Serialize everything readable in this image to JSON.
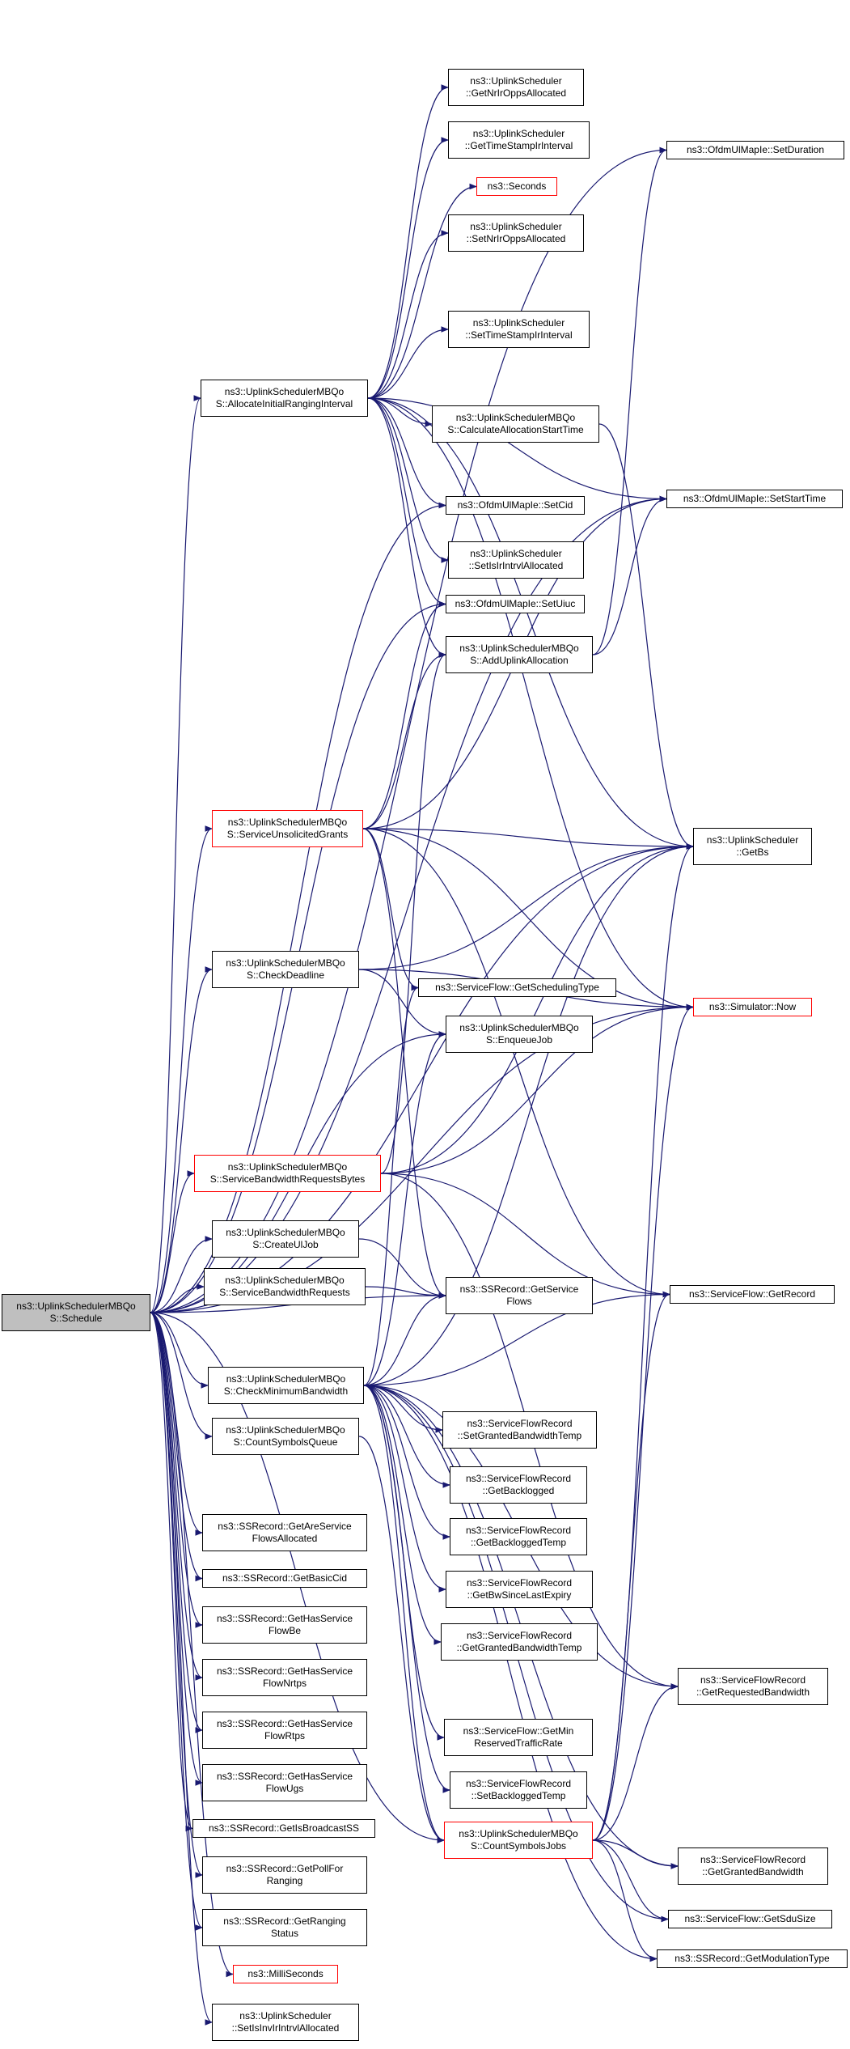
{
  "colors": {
    "edge": "#191970",
    "border": "#000000",
    "highlight_border": "#ff0000",
    "root_fill": "#bfbfbf",
    "node_fill": "#ffffff"
  },
  "nodes": {
    "schedule": {
      "lines": [
        "ns3::UplinkSchedulerMBQo",
        "S::Schedule"
      ],
      "style": "root"
    },
    "get_nrlr_opps_allocated": {
      "lines": [
        "ns3::UplinkScheduler",
        "::GetNrIrOppsAllocated"
      ]
    },
    "get_time_stamp_ir_interval": {
      "lines": [
        "ns3::UplinkScheduler",
        "::GetTimeStampIrInterval"
      ]
    },
    "seconds": {
      "lines": [
        "ns3::Seconds"
      ],
      "style": "red"
    },
    "set_nrlr_opps_allocated": {
      "lines": [
        "ns3::UplinkScheduler",
        "::SetNrIrOppsAllocated"
      ]
    },
    "set_time_stamp_ir_interval": {
      "lines": [
        "ns3::UplinkScheduler",
        "::SetTimeStampIrInterval"
      ]
    },
    "allocate_initial_ranging_interval": {
      "lines": [
        "ns3::UplinkSchedulerMBQo",
        "S::AllocateInitialRangingInterval"
      ]
    },
    "calculate_allocation_start_time": {
      "lines": [
        "ns3::UplinkSchedulerMBQo",
        "S::CalculateAllocationStartTime"
      ]
    },
    "set_cid": {
      "lines": [
        "ns3::OfdmUlMapIe::SetCid"
      ]
    },
    "set_is_ir_intrvl_allocated": {
      "lines": [
        "ns3::UplinkScheduler",
        "::SetIsIrIntrvlAllocated"
      ]
    },
    "set_uiuc": {
      "lines": [
        "ns3::OfdmUlMapIe::SetUiuc"
      ]
    },
    "add_uplink_allocation": {
      "lines": [
        "ns3::UplinkSchedulerMBQo",
        "S::AddUplinkAllocation"
      ]
    },
    "set_duration": {
      "lines": [
        "ns3::OfdmUlMapIe::SetDuration"
      ]
    },
    "set_start_time": {
      "lines": [
        "ns3::OfdmUlMapIe::SetStartTime"
      ]
    },
    "service_unsolicited_grants": {
      "lines": [
        "ns3::UplinkSchedulerMBQo",
        "S::ServiceUnsolicitedGrants"
      ],
      "style": "red"
    },
    "get_bs": {
      "lines": [
        "ns3::UplinkScheduler",
        "::GetBs"
      ]
    },
    "check_deadline": {
      "lines": [
        "ns3::UplinkSchedulerMBQo",
        "S::CheckDeadline"
      ]
    },
    "get_scheduling_type": {
      "lines": [
        "ns3::ServiceFlow::GetSchedulingType"
      ]
    },
    "enqueue_job": {
      "lines": [
        "ns3::UplinkSchedulerMBQo",
        "S::EnqueueJob"
      ]
    },
    "simulator_now": {
      "lines": [
        "ns3::Simulator::Now"
      ],
      "style": "red"
    },
    "service_bandwidth_requests_bytes": {
      "lines": [
        "ns3::UplinkSchedulerMBQo",
        "S::ServiceBandwidthRequestsBytes"
      ],
      "style": "red"
    },
    "create_ul_job": {
      "lines": [
        "ns3::UplinkSchedulerMBQo",
        "S::CreateUlJob"
      ]
    },
    "service_bandwidth_requests": {
      "lines": [
        "ns3::UplinkSchedulerMBQo",
        "S::ServiceBandwidthRequests"
      ]
    },
    "get_service_flows": {
      "lines": [
        "ns3::SSRecord::GetService",
        "Flows"
      ]
    },
    "get_record": {
      "lines": [
        "ns3::ServiceFlow::GetRecord"
      ]
    },
    "check_minimum_bandwidth": {
      "lines": [
        "ns3::UplinkSchedulerMBQo",
        "S::CheckMinimumBandwidth"
      ]
    },
    "count_symbols_queue": {
      "lines": [
        "ns3::UplinkSchedulerMBQo",
        "S::CountSymbolsQueue"
      ]
    },
    "set_granted_bandwidth_temp": {
      "lines": [
        "ns3::ServiceFlowRecord",
        "::SetGrantedBandwidthTemp"
      ]
    },
    "get_backlogged": {
      "lines": [
        "ns3::ServiceFlowRecord",
        "::GetBacklogged"
      ]
    },
    "get_backlogged_temp": {
      "lines": [
        "ns3::ServiceFlowRecord",
        "::GetBackloggedTemp"
      ]
    },
    "get_bw_since_last_expiry": {
      "lines": [
        "ns3::ServiceFlowRecord",
        "::GetBwSinceLastExpiry"
      ]
    },
    "get_granted_bandwidth_temp": {
      "lines": [
        "ns3::ServiceFlowRecord",
        "::GetGrantedBandwidthTemp"
      ]
    },
    "get_requested_bandwidth": {
      "lines": [
        "ns3::ServiceFlowRecord",
        "::GetRequestedBandwidth"
      ]
    },
    "get_min_reserved_traffic_rate": {
      "lines": [
        "ns3::ServiceFlow::GetMin",
        "ReservedTrafficRate"
      ]
    },
    "set_backlogged_temp": {
      "lines": [
        "ns3::ServiceFlowRecord",
        "::SetBackloggedTemp"
      ]
    },
    "count_symbols_jobs": {
      "lines": [
        "ns3::UplinkSchedulerMBQo",
        "S::CountSymbolsJobs"
      ],
      "style": "red"
    },
    "get_granted_bandwidth": {
      "lines": [
        "ns3::ServiceFlowRecord",
        "::GetGrantedBandwidth"
      ]
    },
    "get_sdu_size": {
      "lines": [
        "ns3::ServiceFlow::GetSduSize"
      ]
    },
    "get_modulation_type": {
      "lines": [
        "ns3::SSRecord::GetModulationType"
      ]
    },
    "get_are_service_flows_allocated": {
      "lines": [
        "ns3::SSRecord::GetAreService",
        "FlowsAllocated"
      ]
    },
    "get_basic_cid": {
      "lines": [
        "ns3::SSRecord::GetBasicCid"
      ]
    },
    "get_has_service_flow_be": {
      "lines": [
        "ns3::SSRecord::GetHasService",
        "FlowBe"
      ]
    },
    "get_has_service_flow_nrtps": {
      "lines": [
        "ns3::SSRecord::GetHasService",
        "FlowNrtps"
      ]
    },
    "get_has_service_flow_rtps": {
      "lines": [
        "ns3::SSRecord::GetHasService",
        "FlowRtps"
      ]
    },
    "get_has_service_flow_ugs": {
      "lines": [
        "ns3::SSRecord::GetHasService",
        "FlowUgs"
      ]
    },
    "get_is_broadcast_ss": {
      "lines": [
        "ns3::SSRecord::GetIsBroadcastSS"
      ]
    },
    "get_poll_for_ranging": {
      "lines": [
        "ns3::SSRecord::GetPollFor",
        "Ranging"
      ]
    },
    "get_ranging_status": {
      "lines": [
        "ns3::SSRecord::GetRanging",
        "Status"
      ]
    },
    "milliseconds": {
      "lines": [
        "ns3::MilliSeconds"
      ],
      "style": "red"
    },
    "set_is_inv_ir_intrvl_allocated": {
      "lines": [
        "ns3::UplinkScheduler",
        "::SetIsInvIrIntrvlAllocated"
      ]
    }
  }
}
